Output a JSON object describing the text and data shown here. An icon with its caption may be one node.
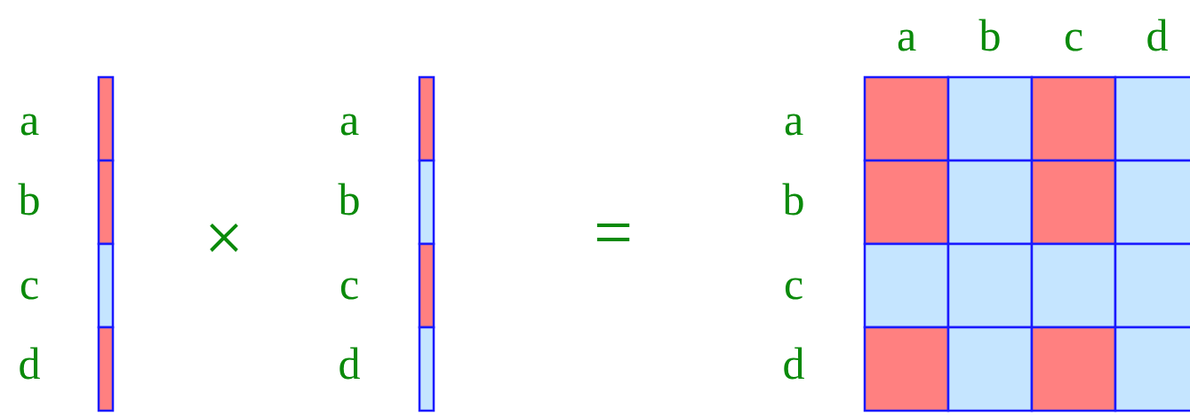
{
  "diagram": {
    "labels": [
      "a",
      "b",
      "c",
      "d",
      "×",
      "a",
      "b",
      "c",
      "d",
      "=",
      "a",
      "b",
      "c",
      "d",
      "a",
      "b",
      "c",
      "d"
    ]
  }
}
